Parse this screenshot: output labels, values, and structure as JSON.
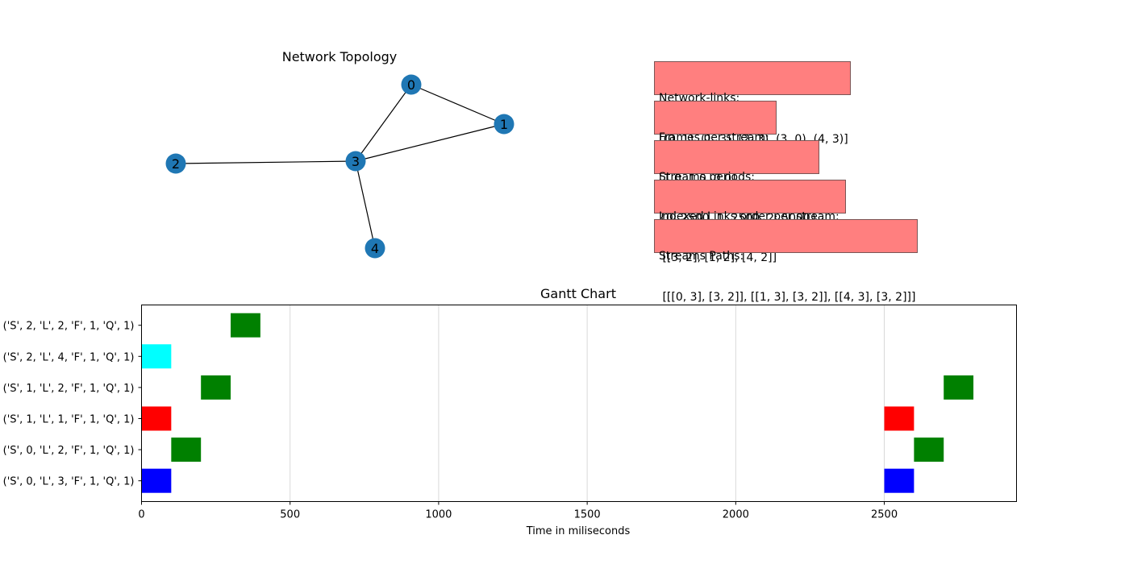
{
  "chart_data": [
    {
      "type": "graph",
      "title": "Network  Topology",
      "nodes": [
        {
          "id": "0",
          "label": "0"
        },
        {
          "id": "1",
          "label": "1"
        },
        {
          "id": "2",
          "label": "2"
        },
        {
          "id": "3",
          "label": "3"
        },
        {
          "id": "4",
          "label": "4"
        }
      ],
      "edges": [
        [
          0,
          1
        ],
        [
          1,
          3
        ],
        [
          2,
          3
        ],
        [
          3,
          0
        ],
        [
          4,
          3
        ]
      ],
      "node_color": "#1f77b4"
    },
    {
      "type": "gantt",
      "title": "Gantt Chart",
      "xlabel": "Time in miliseconds",
      "ylabel": "",
      "xlim": [
        0,
        2945
      ],
      "x_ticks": [
        0,
        500,
        1000,
        1500,
        2000,
        2500
      ],
      "grid": "vertical",
      "rows": [
        {
          "label": "('S', 0, 'L', 3, 'F', 1, 'Q', 1)",
          "color": "#0000ff",
          "bars": [
            {
              "start": 0,
              "duration": 100
            },
            {
              "start": 2500,
              "duration": 100
            }
          ]
        },
        {
          "label": "('S', 0, 'L', 2, 'F', 1, 'Q', 1)",
          "color": "#008000",
          "bars": [
            {
              "start": 100,
              "duration": 100
            },
            {
              "start": 2600,
              "duration": 100
            }
          ]
        },
        {
          "label": "('S', 1, 'L', 1, 'F', 1, 'Q', 1)",
          "color": "#ff0000",
          "bars": [
            {
              "start": 0,
              "duration": 100
            },
            {
              "start": 2500,
              "duration": 100
            }
          ]
        },
        {
          "label": "('S', 1, 'L', 2, 'F', 1, 'Q', 1)",
          "color": "#008000",
          "bars": [
            {
              "start": 200,
              "duration": 100
            },
            {
              "start": 2700,
              "duration": 100
            }
          ]
        },
        {
          "label": "('S', 2, 'L', 4, 'F', 1, 'Q', 1)",
          "color": "#00ffff",
          "bars": [
            {
              "start": 0,
              "duration": 100
            }
          ]
        },
        {
          "label": "('S', 2, 'L', 2, 'F', 1, 'Q', 1)",
          "color": "#008000",
          "bars": [
            {
              "start": 300,
              "duration": 100
            }
          ]
        }
      ]
    }
  ],
  "info": {
    "network_links_title": "Network-links:",
    "network_links_value": "[(0, 1), (1, 3), (2, 3), (3, 0), (4, 3)]",
    "frames_title": "Frames per stream:",
    "frames_value": "[1.0, 1.0, 0.0]",
    "periods_title": "Streams periods:",
    "periods_value": "{0: 2500, 1: 2500, 2: 5000}",
    "links_order_title": "Indexed Links order per stream:",
    "links_order_value": " [[3, 2], [1, 2], [4, 2]]",
    "paths_title": "Streams Paths:",
    "paths_value": " [[[0, 3], [3, 2]], [[1, 3], [3, 2]], [[4, 3], [3, 2]]]",
    "box_color": "#ff7f7f"
  }
}
